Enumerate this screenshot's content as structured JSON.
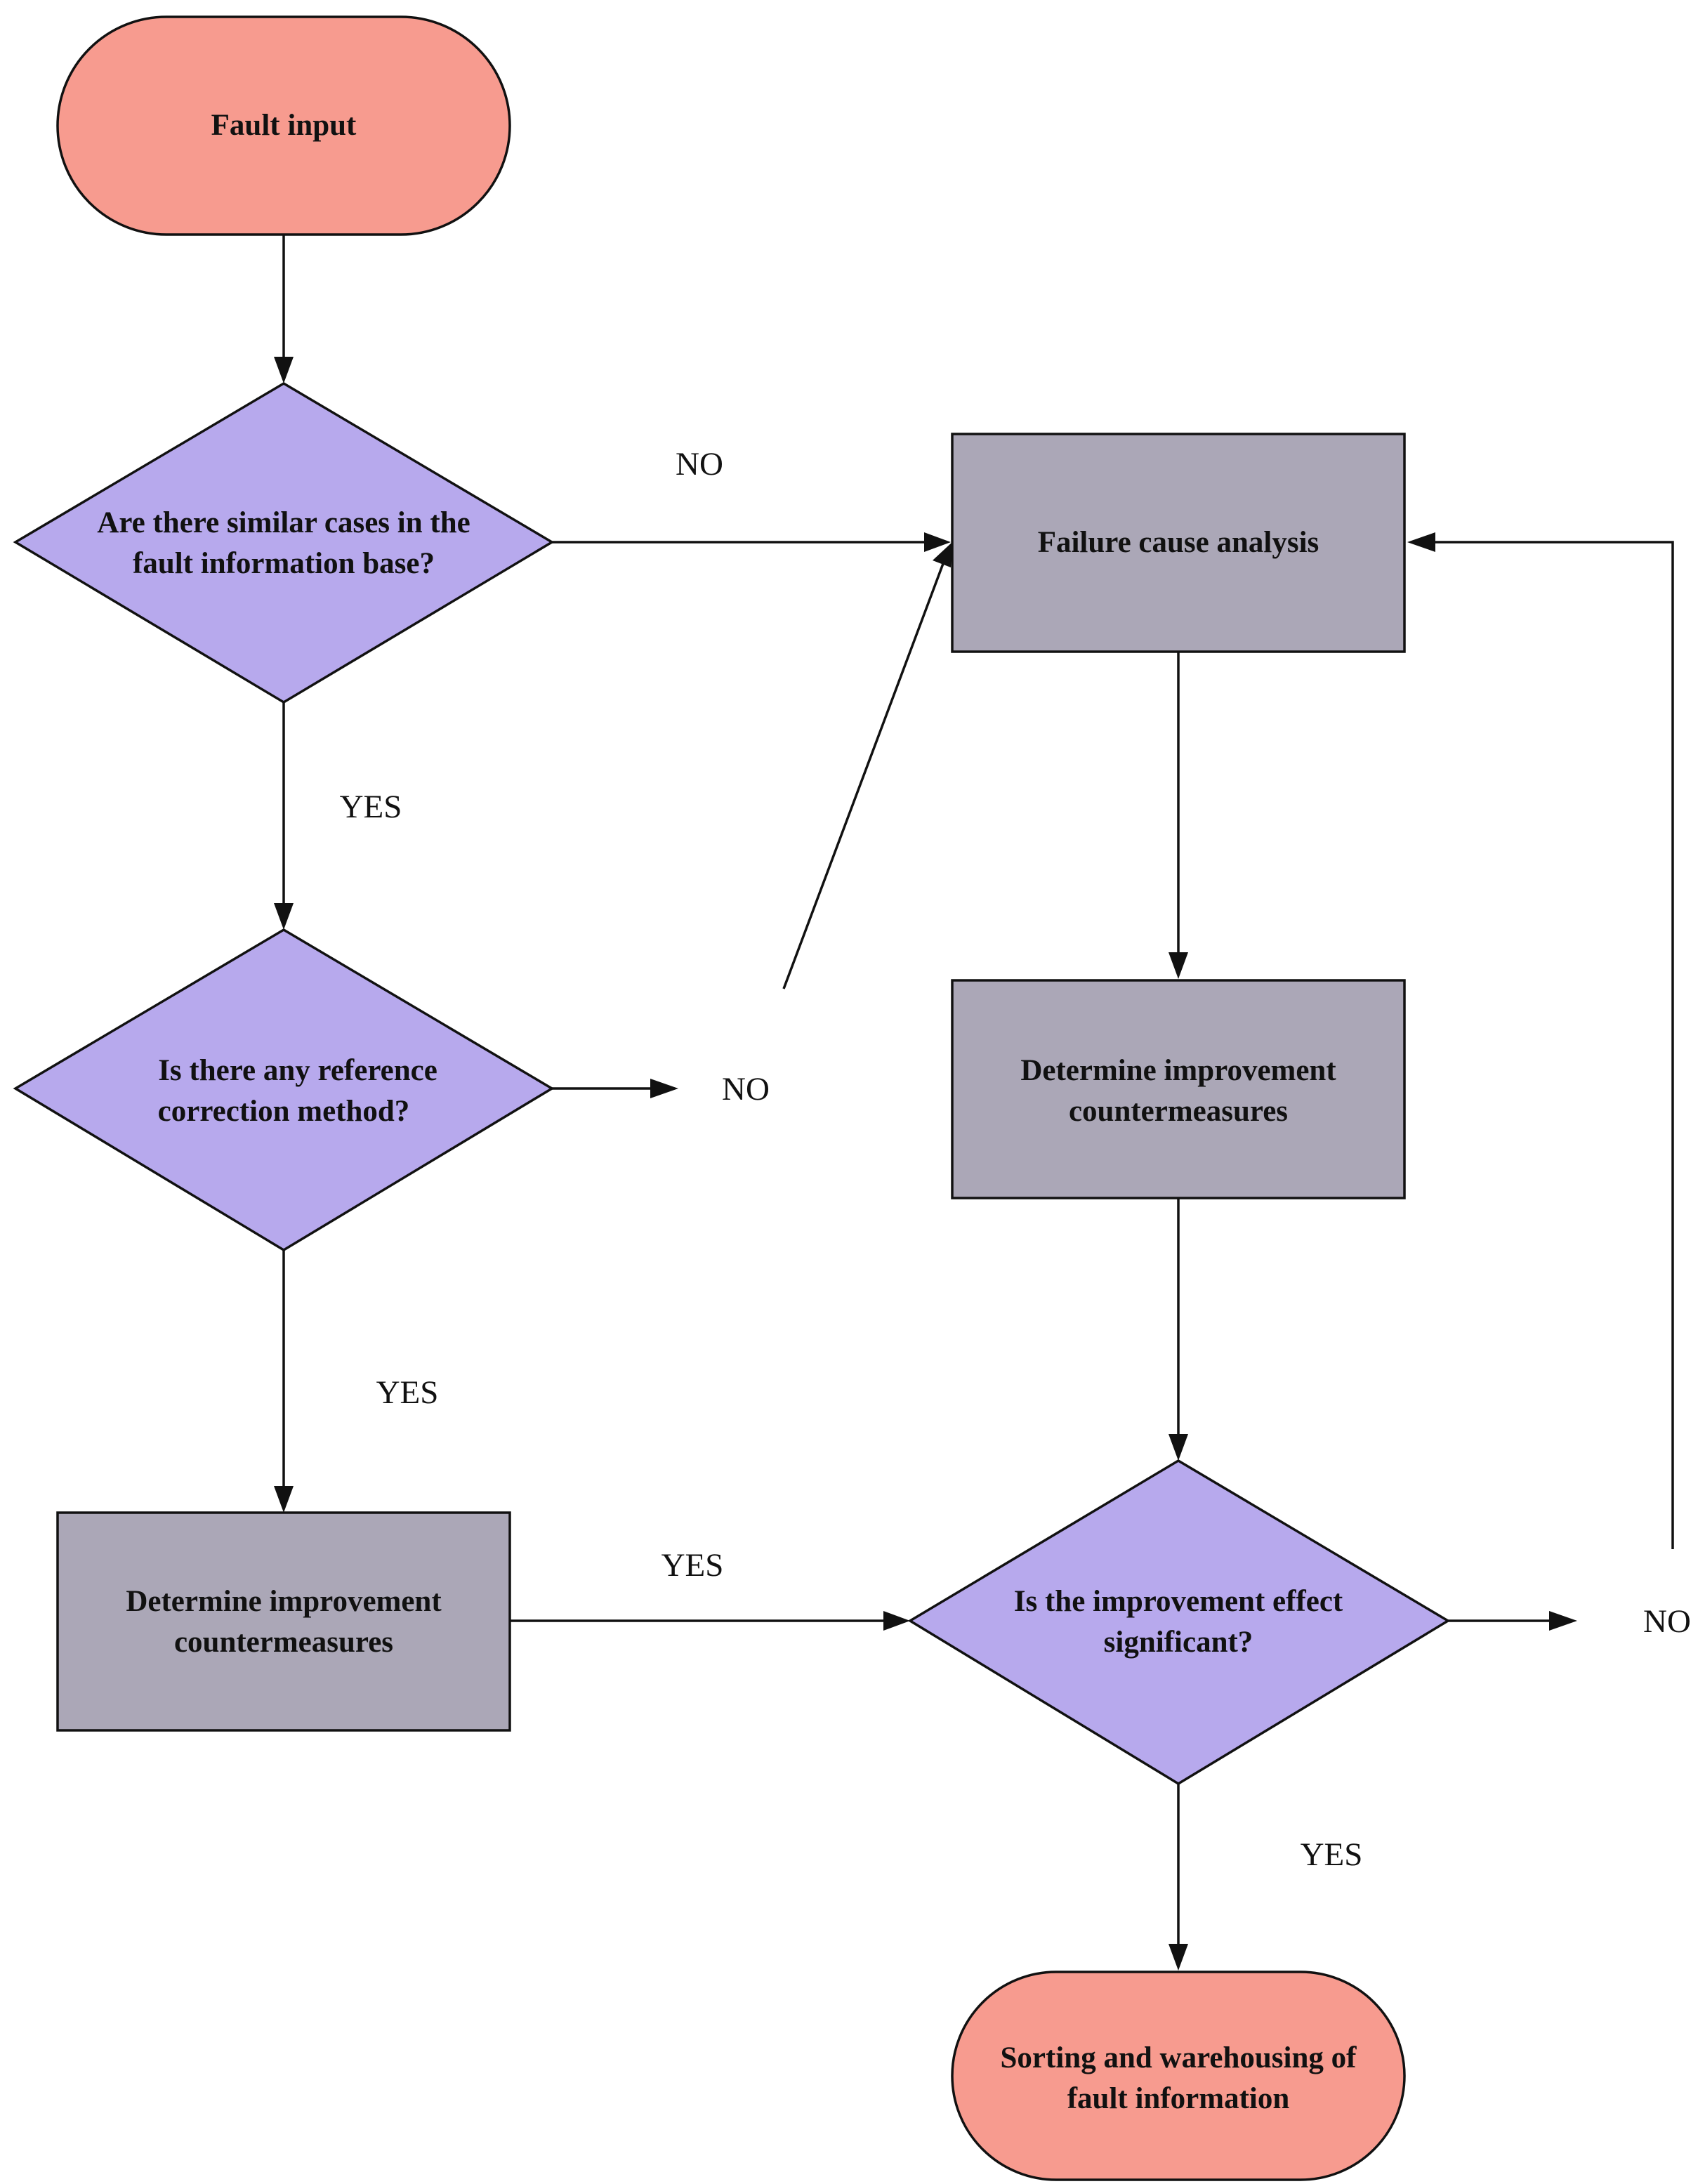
{
  "colors": {
    "terminal_fill": "#f79b8f",
    "decision_fill": "#b7a9ed",
    "process_fill": "#aba7b7",
    "stroke": "#111111"
  },
  "nodes": {
    "fault_input": {
      "line1": "Fault input"
    },
    "decision_similar_cases": {
      "line1": "Are there similar cases in the",
      "line2": "fault information base?"
    },
    "decision_reference_method": {
      "line1": "Is there any reference",
      "line2": "correction method?"
    },
    "process_countermeasures_left": {
      "line1": "Determine improvement",
      "line2": "countermeasures"
    },
    "process_failure_cause": {
      "line1": "Failure cause analysis"
    },
    "process_countermeasures_right": {
      "line1": "Determine improvement",
      "line2": "countermeasures"
    },
    "decision_effect_significant": {
      "line1": "Is the improvement effect",
      "line2": "significant?"
    },
    "sorting_warehousing": {
      "line1": "Sorting and warehousing of",
      "line2": "fault information"
    }
  },
  "labels": {
    "no_similar_cases": "NO",
    "yes_similar_cases": "YES",
    "no_reference_method": "NO",
    "yes_reference_method": "YES",
    "yes_to_effect": "YES",
    "no_effect": "NO",
    "yes_effect": "YES"
  }
}
